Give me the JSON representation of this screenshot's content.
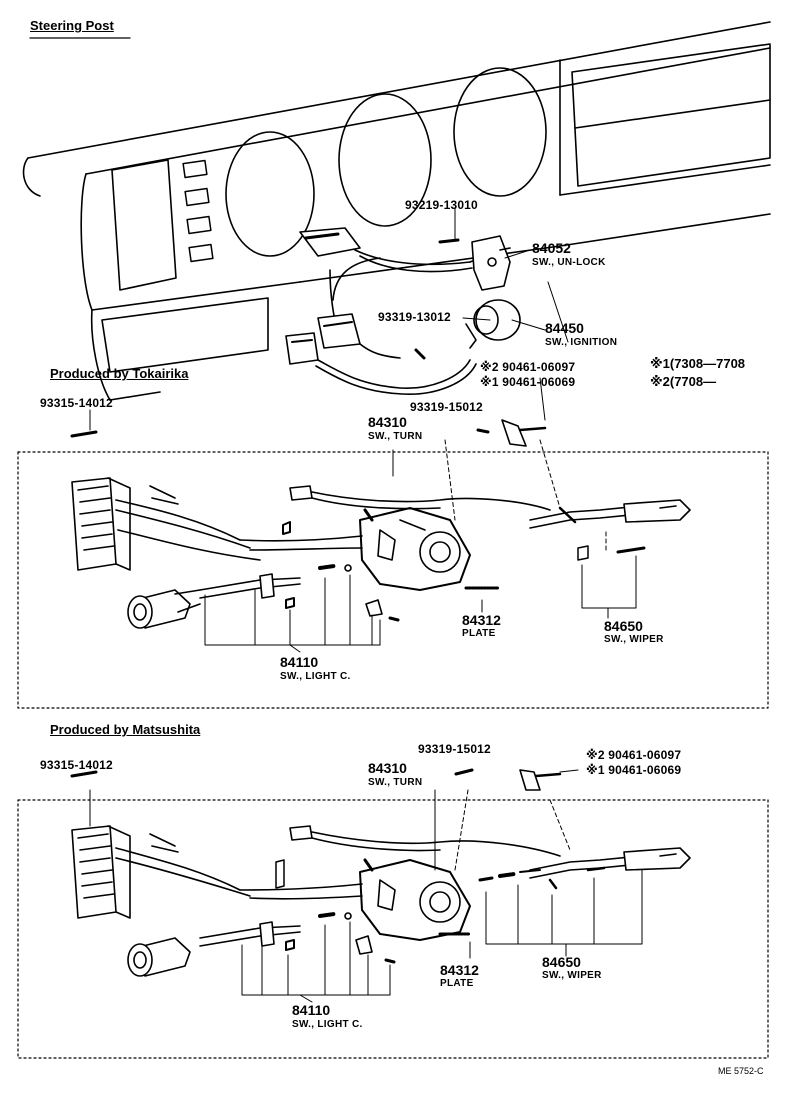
{
  "page_title": "Steering Post",
  "sections": {
    "tokairika": "Produced by Tokairika",
    "matsushita": "Produced by Matsushita"
  },
  "notes": {
    "n1": "※1(7308—7708",
    "n2": "※2(7708—"
  },
  "top": {
    "p93219": "93219-13010",
    "p84052": "84052",
    "p84052_name": "SW., UN-LOCK",
    "p93319": "93319-13012",
    "p84450": "84450",
    "p84450_name": "SW., IGNITION",
    "alt2": "※2 90461-06097",
    "alt1": "※1 90461-06069"
  },
  "tokairika": {
    "p93315": "93315-14012",
    "p93319": "93319-15012",
    "p84310": "84310",
    "p84310_name": "SW., TURN",
    "p84312": "84312",
    "p84312_name": "PLATE",
    "p84650": "84650",
    "p84650_name": "SW., WIPER",
    "p84110": "84110",
    "p84110_name": "SW., LIGHT C."
  },
  "matsushita": {
    "p93315": "93315-14012",
    "p93319": "93319-15012",
    "alt2": "※2 90461-06097",
    "alt1": "※1 90461-06069",
    "p84310": "84310",
    "p84310_name": "SW., TURN",
    "p84312": "84312",
    "p84312_name": "PLATE",
    "p84650": "84650",
    "p84650_name": "SW., WIPER",
    "p84110": "84110",
    "p84110_name": "SW., LIGHT C."
  },
  "footer_code": "ME 5752-C"
}
